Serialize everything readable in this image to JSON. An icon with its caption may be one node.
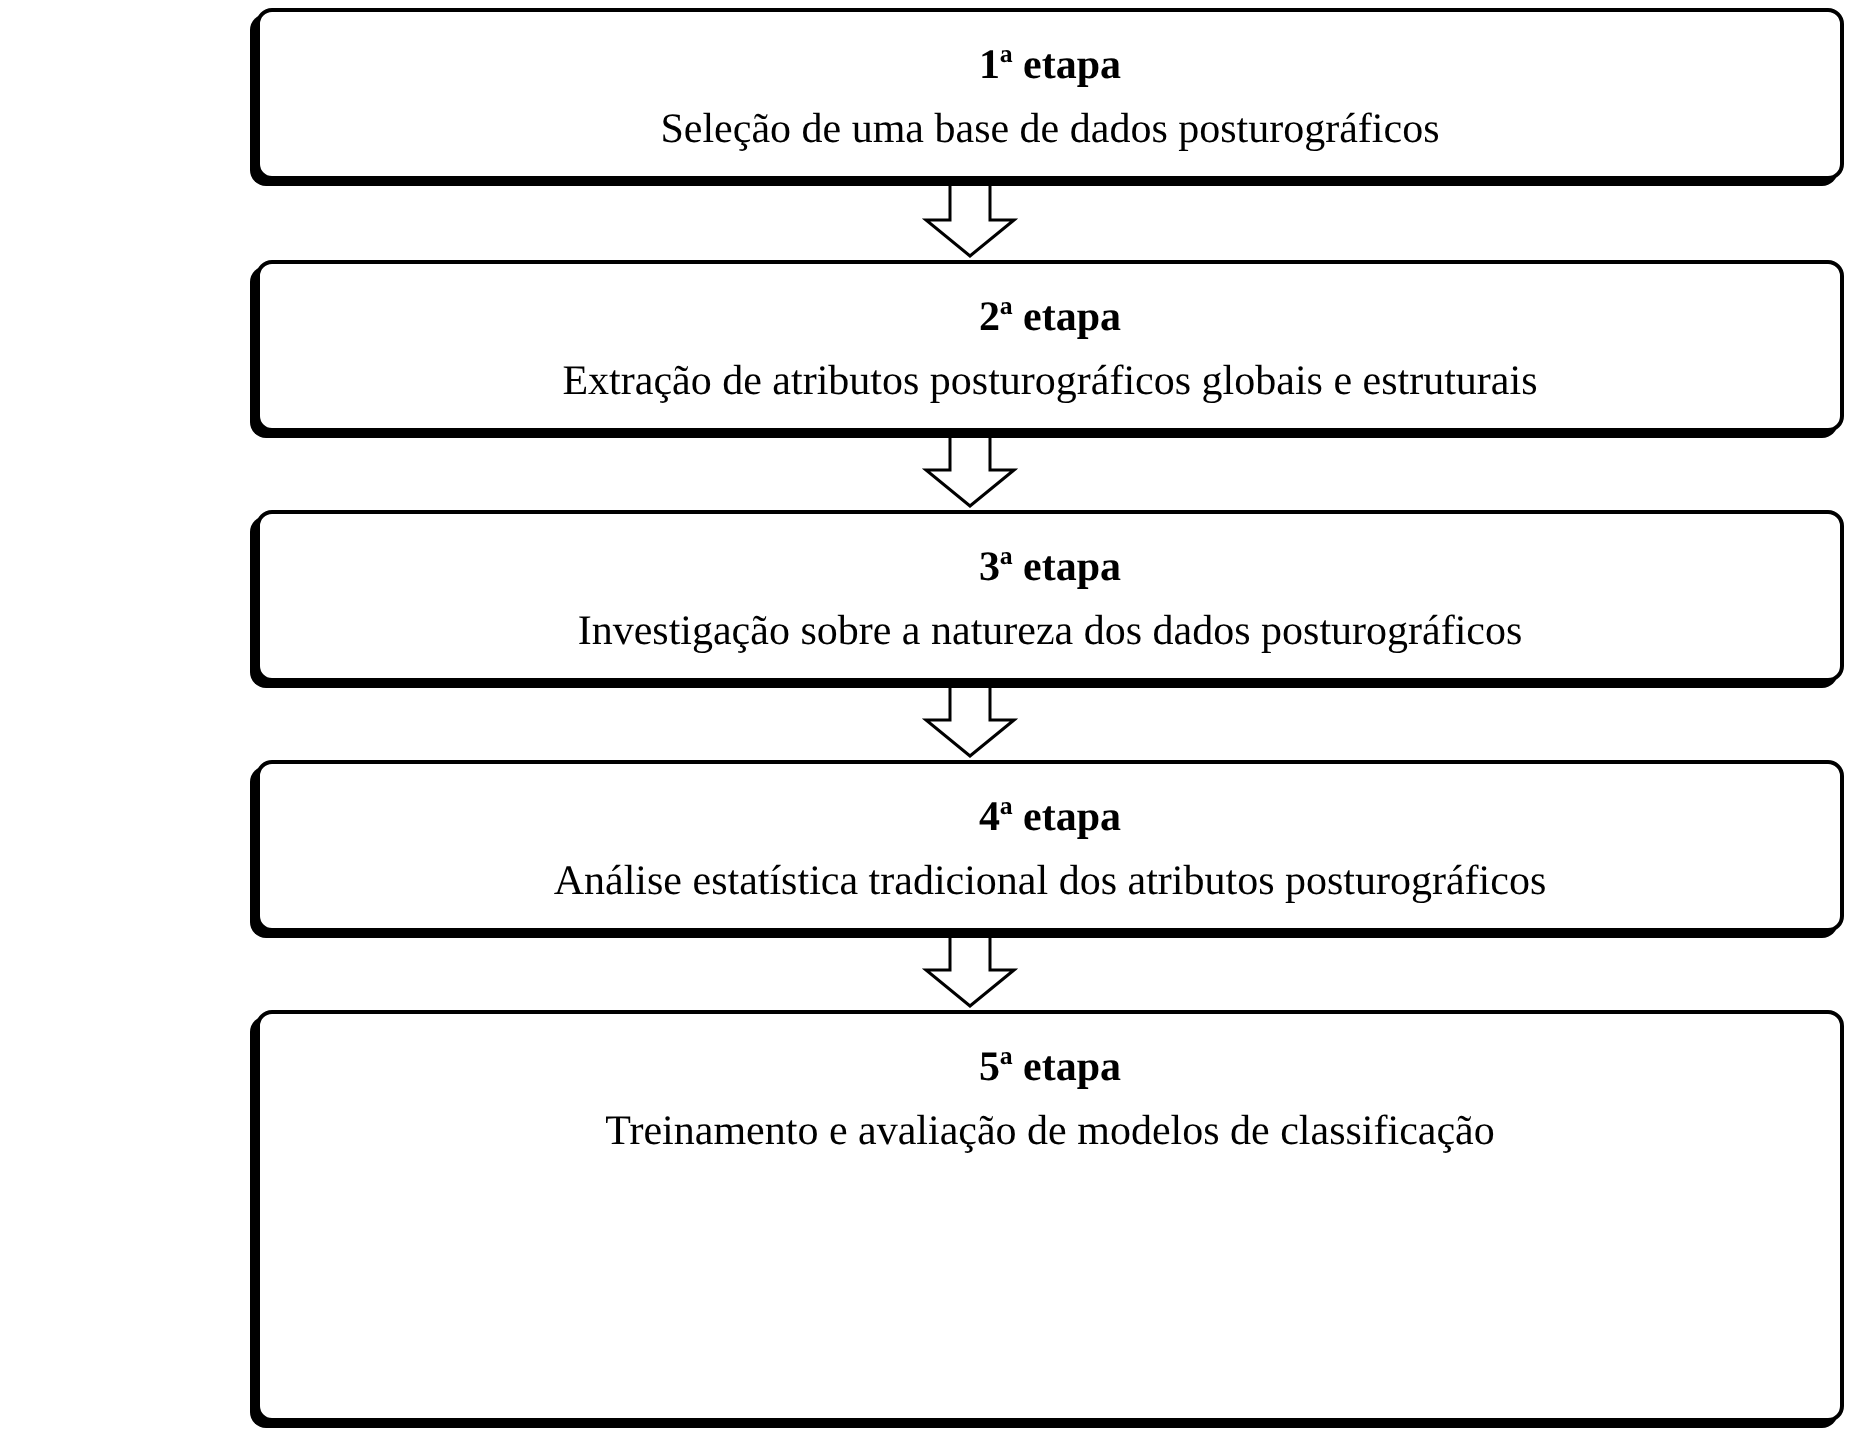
{
  "diagram": {
    "nodes": [
      {
        "text": [
          "1ª etapa",
          "Seleção de uma base de dados posturográficos"
        ]
      },
      {
        "text": [
          "2ª etapa",
          "Extração de atributos posturográficos globais e estruturais"
        ]
      },
      {
        "text": [
          "3ª etapa",
          "Investigação sobre a natureza dos dados posturográficos"
        ]
      },
      {
        "text": [
          "4ª etapa",
          "Análise estatística tradicional dos atributos posturográficos"
        ]
      },
      {
        "text": [
          "5ª etapa",
          "Treinamento e avaliação de modelos de classificação"
        ]
      }
    ],
    "edges": [
      {
        "from": 0,
        "to": 1,
        "arrow": "to"
      },
      {
        "from": 1,
        "to": 2,
        "arrow": "to"
      },
      {
        "from": 2,
        "to": 3,
        "arrow": "to"
      },
      {
        "from": 3,
        "to": 4,
        "arrow": "to"
      }
    ]
  }
}
